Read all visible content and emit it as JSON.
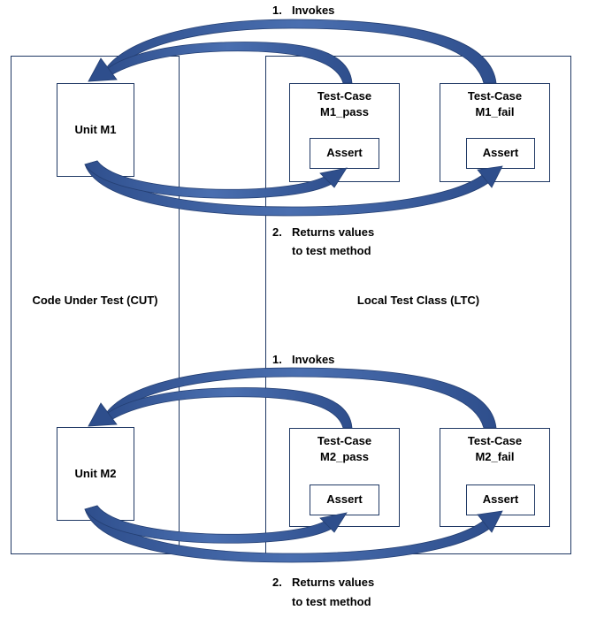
{
  "containers": {
    "cut_label": "Code Under Test (CUT)",
    "ltc_label": "Local Test Class (LTC)"
  },
  "top": {
    "unit_label": "Unit M1",
    "invokes": {
      "num": "1.",
      "text": "Invokes"
    },
    "returns": {
      "num": "2.",
      "line1": "Returns values",
      "line2": "to test method"
    },
    "test_pass": {
      "line1": "Test-Case",
      "line2": "M1_pass",
      "assert": "Assert"
    },
    "test_fail": {
      "line1": "Test-Case",
      "line2": "M1_fail",
      "assert": "Assert"
    }
  },
  "bottom": {
    "unit_label": "Unit M2",
    "invokes": {
      "num": "1.",
      "text": "Invokes"
    },
    "returns": {
      "num": "2.",
      "line1": "Returns values",
      "line2": "to test method"
    },
    "test_pass": {
      "line1": "Test-Case",
      "line2": "M2_pass",
      "assert": "Assert"
    },
    "test_fail": {
      "line1": "Test-Case",
      "line2": "M2_fail",
      "assert": "Assert"
    }
  },
  "colors": {
    "arrow": "#2e4e8c",
    "arrow_light": "#6d8cc4",
    "border": "#1f3864"
  }
}
